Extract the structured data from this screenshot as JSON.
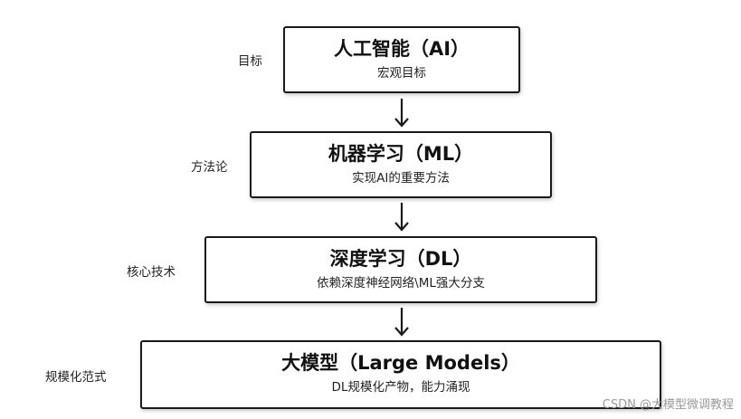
{
  "levels": [
    {
      "title": "人工智能（AI）",
      "subtitle": "宏观目标",
      "side_label": "目标"
    },
    {
      "title": "机器学习（ML）",
      "subtitle": "实现AI的重要方法",
      "side_label": "方法论"
    },
    {
      "title": "深度学习（DL）",
      "subtitle": "依赖深度神经网络\\ML强大分支",
      "side_label": "核心技术"
    },
    {
      "title": "大模型（Large Models）",
      "subtitle": "DL规模化产物，能力涌现",
      "side_label": "规模化范式"
    }
  ],
  "watermark": "CSDN @大模型微调教程",
  "colors": {
    "border": "#1a1a1a",
    "background": "#ffffff",
    "text": "#111111"
  }
}
